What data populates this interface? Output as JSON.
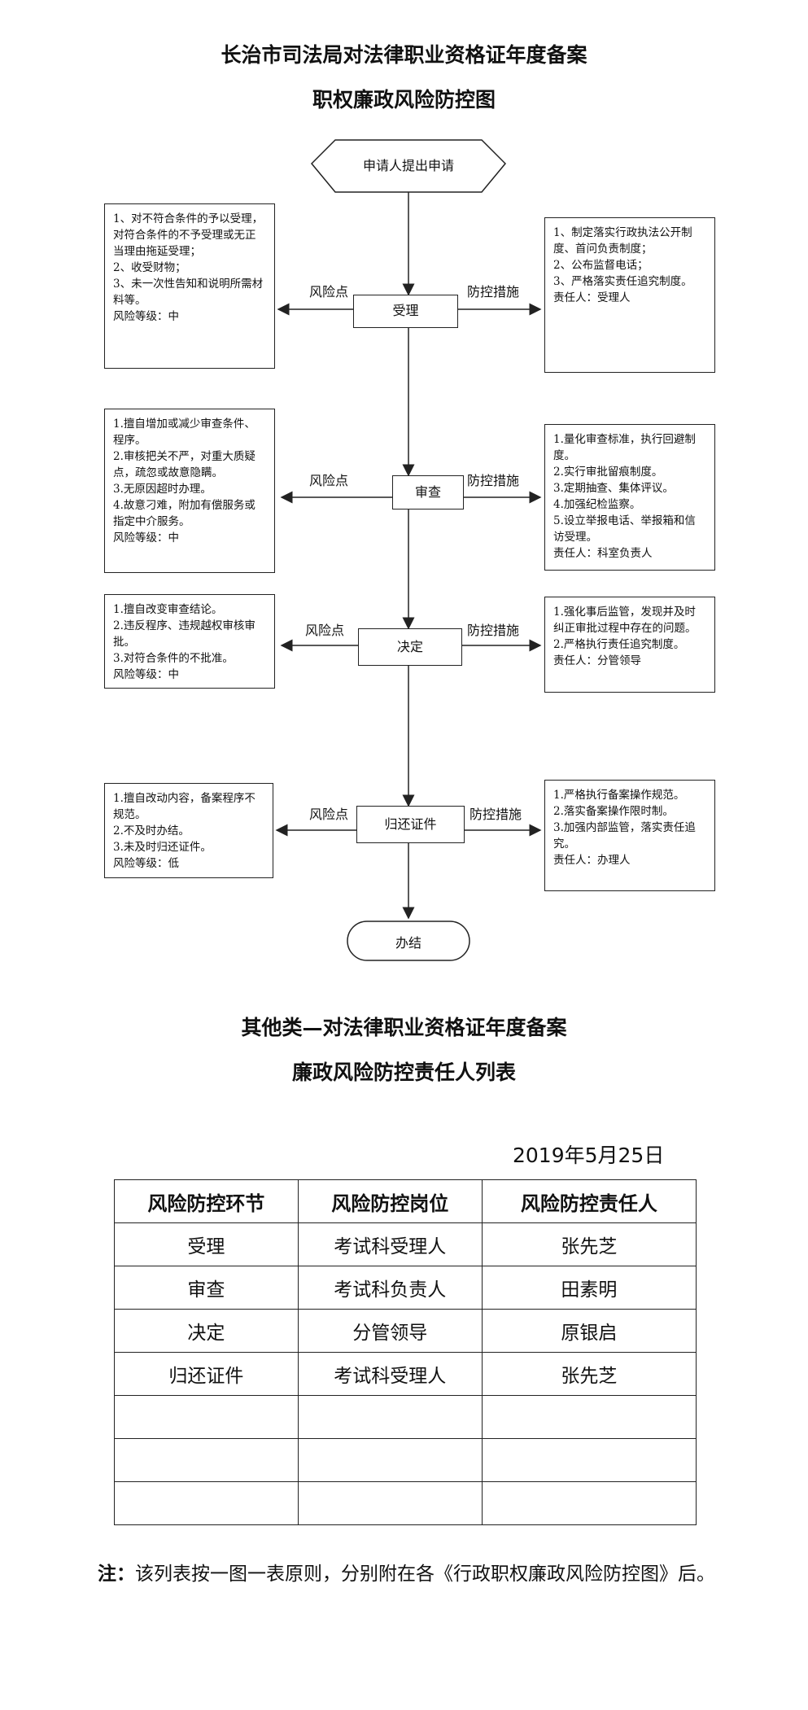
{
  "titles": {
    "flow_title_1": "长治市司法局对法律职业资格证年度备案",
    "flow_title_2": "职权廉政风险防控图",
    "table_title_1": "其他类—对法律职业资格证年度备案",
    "table_title_2": "廉政风险防控责任人列表"
  },
  "flow": {
    "start": "申请人提出申请",
    "end": "办结",
    "risk_label": "风险点",
    "measure_label": "防控措施",
    "steps": [
      {
        "name": "受理",
        "risks": [
          "1、对不符合条件的予以受理，对符合条件的不予受理或无正当理由拖延受理；",
          "2、收受财物；",
          "3、未一次性告知和说明所需材料等。",
          "风险等级：中"
        ],
        "measures": [
          "1、制定落实行政执法公开制度、首问负责制度；",
          "2、公布监督电话；",
          "3、严格落实责任追究制度。",
          "责任人：受理人"
        ]
      },
      {
        "name": "审查",
        "risks": [
          "1.擅自增加或减少审查条件、程序。",
          "2.审核把关不严，对重大质疑点，疏忽或故意隐瞒。",
          "3.无原因超时办理。",
          "4.故意刁难，附加有偿服务或指定中介服务。",
          "风险等级：中"
        ],
        "measures": [
          "1.量化审查标准，执行回避制度。",
          "2.实行审批留痕制度。",
          "3.定期抽查、集体评议。",
          "4.加强纪检监察。",
          "5.设立举报电话、举报箱和信访受理。",
          "责任人：科室负责人"
        ]
      },
      {
        "name": "决定",
        "risks": [
          "1.擅自改变审查结论。",
          "2.违反程序、违规越权审核审批。",
          "3.对符合条件的不批准。",
          "风险等级：中"
        ],
        "measures": [
          "1.强化事后监管，发现并及时纠正审批过程中存在的问题。",
          "2.严格执行责任追究制度。",
          "责任人：分管领导"
        ]
      },
      {
        "name": "归还证件",
        "risks": [
          "1.擅自改动内容，备案程序不规范。",
          "2.不及时办结。",
          "3.未及时归还证件。",
          "风险等级：低"
        ],
        "measures": [
          "1.严格执行备案操作规范。",
          "2.落实备案操作限时制。",
          "3.加强内部监管，落实责任追究。",
          "责任人：办理人"
        ]
      }
    ]
  },
  "date": "2019年5月25日",
  "table": {
    "headers": [
      "风险防控环节",
      "风险防控岗位",
      "风险防控责任人"
    ],
    "rows": [
      [
        "受理",
        "考试科受理人",
        "张先芝"
      ],
      [
        "审查",
        "考试科负责人",
        "田素明"
      ],
      [
        "决定",
        "分管领导",
        "原银启"
      ],
      [
        "归还证件",
        "考试科受理人",
        "张先芝"
      ],
      [
        "",
        "",
        ""
      ],
      [
        "",
        "",
        ""
      ],
      [
        "",
        "",
        ""
      ]
    ]
  },
  "note": {
    "prefix": "注：",
    "text": "该列表按一图一表原则，分别附在各《行政职权廉政风险防控图》后。"
  }
}
